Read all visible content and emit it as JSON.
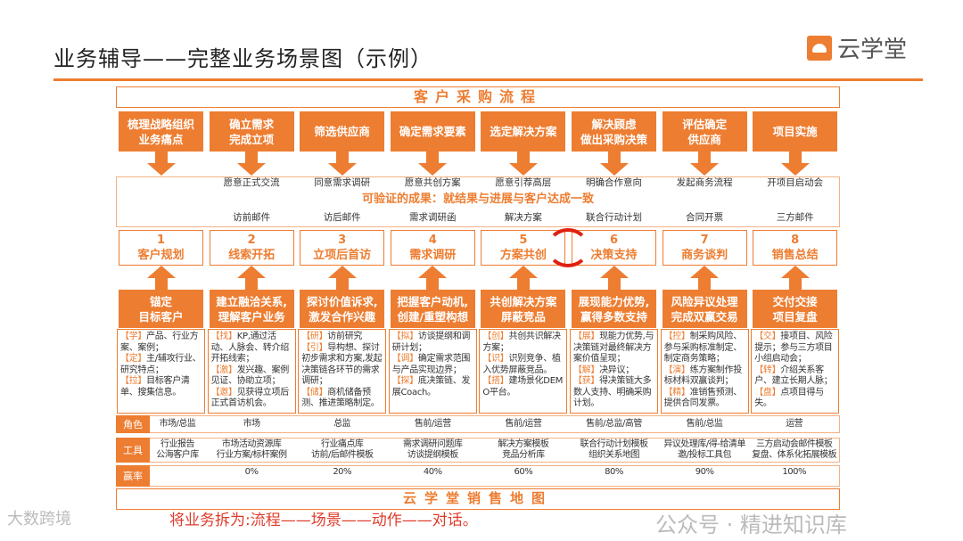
{
  "title": "业务辅导——完整业务场景图（示例）",
  "logo": {
    "text": "云学堂"
  },
  "flow_title": "客户采购流程",
  "flow_steps": [
    "梳理战略组织\n业务痛点",
    "确立需求\n完成立项",
    "筛选供应商",
    "确定需求要素",
    "选定解决方案",
    "解决顾虑\n做出采购决策",
    "评估确定\n供应商",
    "项目实施"
  ],
  "milestones": [
    "",
    "愿意正式交流",
    "同意需求调研",
    "愿意共创方案",
    "愿意引荐高层",
    "明确合作意向",
    "发起商务流程",
    "开项目启动会"
  ],
  "verify_text": "可验证的成果：就结果与进展与客户达成一致",
  "deliverables": [
    "",
    "访前邮件",
    "访后邮件",
    "需求调研函",
    "解决方案",
    "联合行动计划",
    "合同开票",
    "三方邮件"
  ],
  "stages": [
    {
      "num": "1",
      "label": "客户规划"
    },
    {
      "num": "2",
      "label": "线索开拓"
    },
    {
      "num": "3",
      "label": "立项后首访"
    },
    {
      "num": "4",
      "label": "需求调研"
    },
    {
      "num": "5",
      "label": "方案共创"
    },
    {
      "num": "6",
      "label": "决策支持"
    },
    {
      "num": "7",
      "label": "商务谈判"
    },
    {
      "num": "8",
      "label": "销售总结"
    }
  ],
  "actions": [
    "锚定\n目标客户",
    "建立融洽关系,\n理解客户业务",
    "探讨价值诉求,\n激发合作兴趣",
    "把握客户动机,\n创建/重塑构想",
    "共创解决方案\n屏蔽竞品",
    "展现能力优势,\n赢得多数支持",
    "风险异议处理\n完成双赢交易",
    "交付交接\n项目复盘"
  ],
  "details": [
    [
      {
        "k": "【学】",
        "t": "产品、行业方案、案例；"
      },
      {
        "k": "【定】",
        "t": "主/辅攻行业、研究特点；"
      },
      {
        "k": "【拉】",
        "t": "目标客户清单、搜集信息。"
      }
    ],
    [
      {
        "k": "【找】",
        "t": "KP,通过活动、人脉会、转介绍开拓线索；"
      },
      {
        "k": "【激】",
        "t": "发兴趣、案例见证、协助立项；"
      },
      {
        "k": "【邀】",
        "t": "见获得立项后正式首访机会。"
      }
    ],
    [
      {
        "k": "【研】",
        "t": "访前研究"
      },
      {
        "k": "【引】",
        "t": "导构想、探讨初步需求和方案,发起决策链各环节的需求调研；"
      },
      {
        "k": "【储】",
        "t": "商机储备预测、推进策略制定。"
      }
    ],
    [
      {
        "k": "【拟】",
        "t": "访谈提纲和调研计划；"
      },
      {
        "k": "【调】",
        "t": "确定需求范围与产品实现边界；"
      },
      {
        "k": "【探】",
        "t": "底决策链、发展Coach。"
      }
    ],
    [
      {
        "k": "【创】",
        "t": "共创共识解决方案；"
      },
      {
        "k": "【识】",
        "t": "识别竞争、植入优势屏蔽竞品。"
      },
      {
        "k": "【搭】",
        "t": "建场景化DEMO平台。"
      }
    ],
    [
      {
        "k": "【展】",
        "t": "现能力优势,与决策链对最终解决方案价值呈现；"
      },
      {
        "k": "【解】",
        "t": "决异议；"
      },
      {
        "k": "【获】",
        "t": "得决策链大多数人支持、明确采购计划。"
      }
    ],
    [
      {
        "k": "【控】",
        "t": "制采购风险、参与采购标准制定、制定商务策略；"
      },
      {
        "k": "【演】",
        "t": "练方案制作投标材料双赢谈判；"
      },
      {
        "k": "【精】",
        "t": "准销售预测、提供合同发票。"
      }
    ],
    [
      {
        "k": "【交】",
        "t": "接项目、风险提示；参与三方项目小组启动会；"
      },
      {
        "k": "【转】",
        "t": "介绍关系客户、建立长期人脉；"
      },
      {
        "k": "【盘】",
        "t": "点项目得与失。"
      }
    ]
  ],
  "rows": {
    "role": {
      "label": "角色",
      "values": [
        "市场/总监",
        "市场",
        "总监",
        "售前/运营",
        "售前/运营",
        "售前/总监/高管",
        "售前/总监",
        "运营"
      ]
    },
    "tools": {
      "label": "工具",
      "values": [
        "行业报告\n公海客户库",
        "市场活动资源库\n行业方案/标杆案例",
        "行业痛点库\n访前/后邮件模板",
        "需求调研问题库\n访谈提纲模板",
        "解决方案模板\n竞品分析库",
        "联合行动计划模板\n组织关系地图",
        "异议处理库/得-给清单\n邀/投标工具包",
        "三方启动会邮件模板\n复盘、体系化拓展模板"
      ]
    },
    "winrate": {
      "label": "赢率",
      "values": [
        "",
        "0%",
        "20%",
        "40%",
        "60%",
        "80%",
        "90%",
        "100%"
      ]
    }
  },
  "map_title": "云学堂销售地图",
  "slogan": "将业务拆为:流程——场景——动作——对话。",
  "watermarks": [
    "大数跨境",
    "公众号 · 精进知识库"
  ],
  "colors": {
    "accent": "#ed7d31",
    "cycle": "#e02010",
    "slogan": "#e03b2a"
  }
}
